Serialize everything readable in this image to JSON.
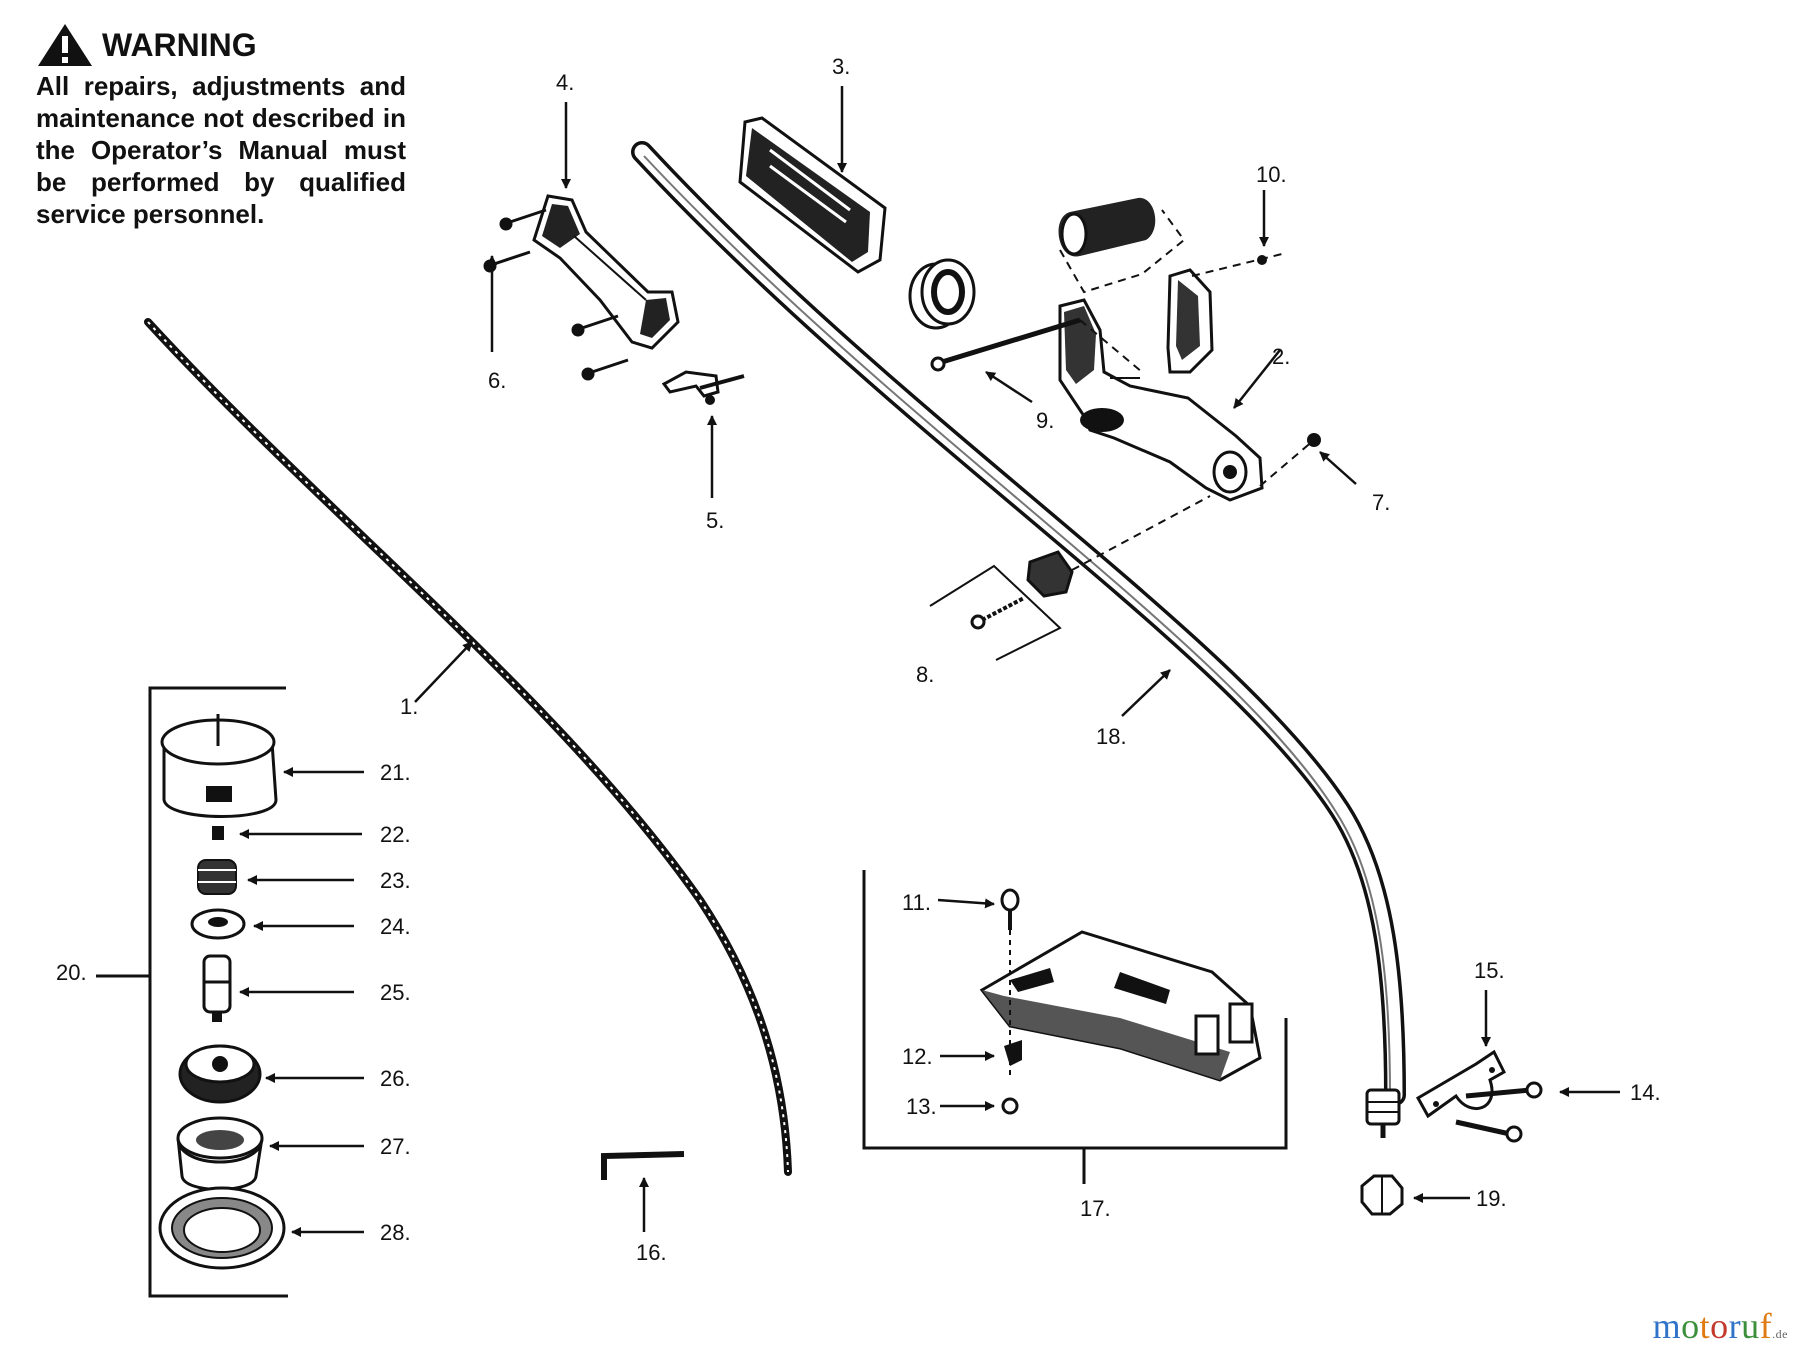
{
  "warning": {
    "icon": "warning-triangle-icon",
    "title": "WARNING",
    "body": "All repairs, adjustments and maintenance not described in the Operator’s Manual must be performed by qualified service personnel."
  },
  "callouts": {
    "c1": "1.",
    "c2": "2.",
    "c3": "3.",
    "c4": "4.",
    "c5": "5.",
    "c6": "6.",
    "c7": "7.",
    "c8": "8.",
    "c9": "9.",
    "c10": "10.",
    "c11": "11.",
    "c12": "12.",
    "c13": "13.",
    "c14": "14.",
    "c15": "15.",
    "c16": "16.",
    "c17": "17.",
    "c18": "18.",
    "c19": "19.",
    "c20": "20.",
    "c21": "21.",
    "c22": "22.",
    "c23": "23.",
    "c24": "24.",
    "c25": "25.",
    "c26": "26.",
    "c27": "27.",
    "c28": "28."
  },
  "watermark": {
    "text": "motoruf",
    "suffix": ".de"
  }
}
